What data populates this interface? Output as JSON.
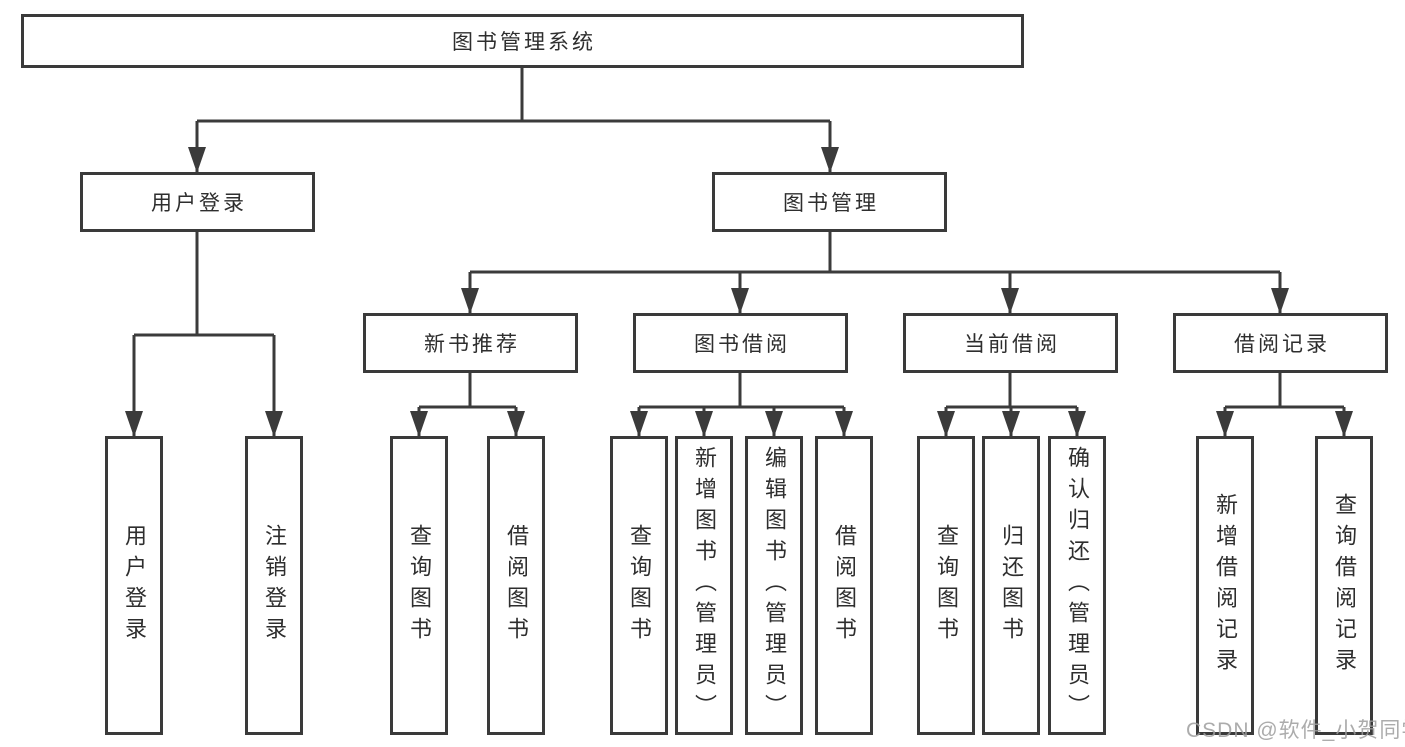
{
  "diagram": {
    "title": "图书管理系统",
    "nodes": {
      "root": "图书管理系统",
      "user_login": "用户登录",
      "book_mgmt": "图书管理",
      "new_book_rec": "新书推荐",
      "book_borrow": "图书借阅",
      "current_borrow": "当前借阅",
      "borrow_record": "借阅记录",
      "leaf_user_login": "用户登录",
      "leaf_logout": "注销登录",
      "leaf_nbr_query": "查询图书",
      "leaf_nbr_borrow": "借阅图书",
      "leaf_bb_query": "查询图书",
      "leaf_bb_add": "新增图书（管理员）",
      "leaf_bb_edit": "编辑图书（管理员）",
      "leaf_bb_borrow": "借阅图书",
      "leaf_cb_query": "查询图书",
      "leaf_cb_return": "归还图书",
      "leaf_cb_confirm": "确认归还（管理员）",
      "leaf_br_add": "新增借阅记录",
      "leaf_br_query": "查询借阅记录"
    }
  },
  "watermark": "CSDN @软件_小贺同学",
  "colors": {
    "line": "#3b3b3b",
    "box_border": "#3a3a3a",
    "text": "#2e2e2e",
    "watermark": "#9e9e9e",
    "background": "#ffffff"
  }
}
